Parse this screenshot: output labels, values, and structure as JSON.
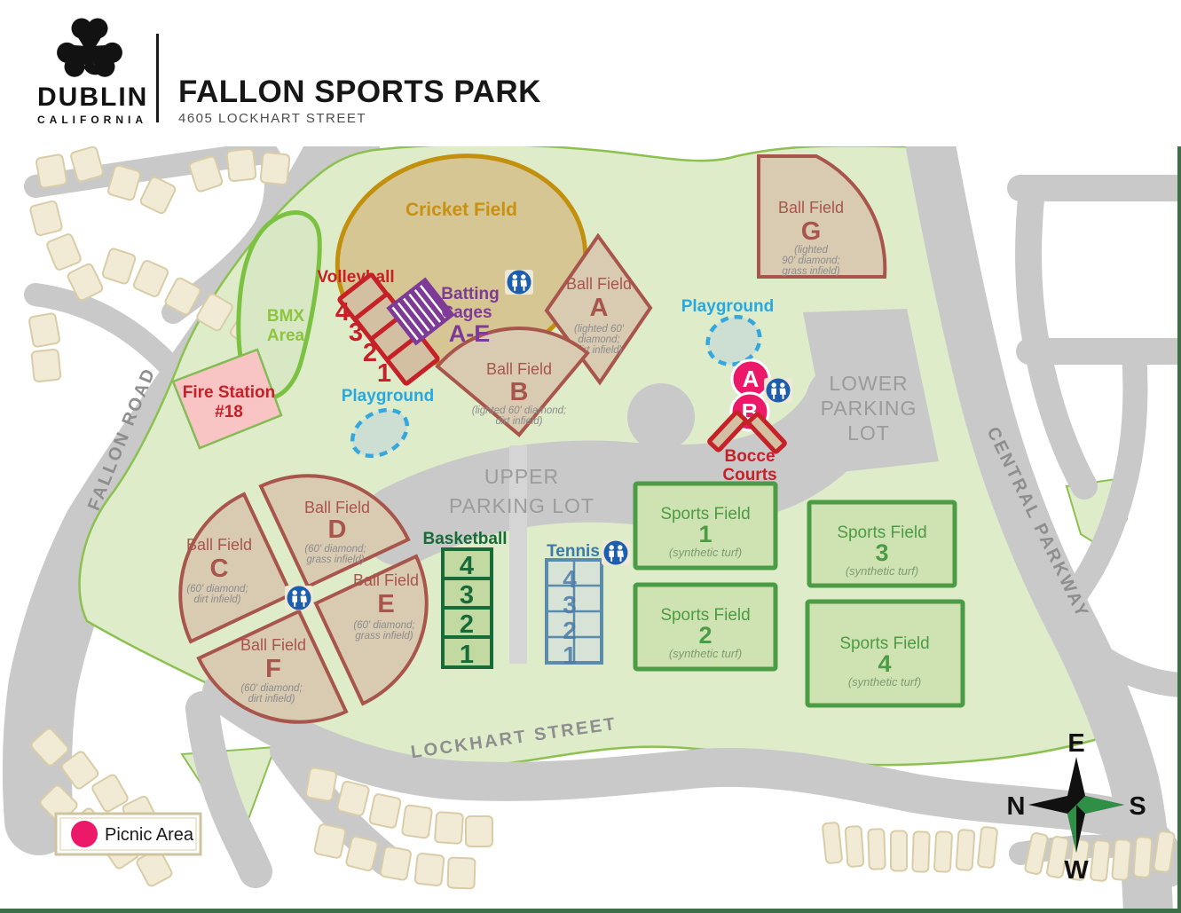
{
  "header": {
    "logo_city": "DUBLIN",
    "logo_state": "CALIFORNIA",
    "title": "FALLON SPORTS PARK",
    "subtitle": "4605 LOCKHART STREET"
  },
  "roads": {
    "fallon": "FALLON ROAD",
    "central": "CENTRAL PARKWAY",
    "lockhart": "LOCKHART STREET"
  },
  "parking": {
    "upper1": "UPPER",
    "upper2": "PARKING LOT",
    "lower1": "LOWER",
    "lower2": "PARKING",
    "lower3": "LOT"
  },
  "areas": {
    "cricket": {
      "label": "Cricket Field"
    },
    "bmx": {
      "l1": "BMX",
      "l2": "Area"
    },
    "fire": {
      "l1": "Fire Station",
      "l2": "#18"
    },
    "pg1": {
      "label": "Playground"
    },
    "pg2": {
      "label": "Playground"
    },
    "volleyball": {
      "label": "Volleyball",
      "n1": "4",
      "n2": "3",
      "n3": "2",
      "n4": "1"
    },
    "batting": {
      "l1": "Batting",
      "l2": "Cages",
      "l3": "A-E"
    },
    "basketball": {
      "label": "Basketball",
      "n1": "4",
      "n2": "3",
      "n3": "2",
      "n4": "1"
    },
    "tennis": {
      "label": "Tennis",
      "n1": "4",
      "n2": "3",
      "n3": "2",
      "n4": "1"
    },
    "bocce": {
      "l1": "Bocce",
      "l2": "Courts"
    },
    "picnic_a": "A",
    "picnic_b": "B"
  },
  "ball_fields": {
    "a": {
      "label": "Ball Field",
      "letter": "A",
      "d1": "(lighted 60'",
      "d2": "diamond;",
      "d3": "dirt infield)"
    },
    "b": {
      "label": "Ball Field",
      "letter": "B",
      "d1": "(lighted 60' diamond;",
      "d2": "dirt infield)"
    },
    "c": {
      "label": "Ball Field",
      "letter": "C",
      "d1": "(60' diamond;",
      "d2": "dirt infield)"
    },
    "d": {
      "label": "Ball Field",
      "letter": "D",
      "d1": "(60' diamond;",
      "d2": "grass infield)"
    },
    "e": {
      "label": "Ball Field",
      "letter": "E",
      "d1": "(60' diamond;",
      "d2": "grass infield)"
    },
    "f": {
      "label": "Ball Field",
      "letter": "F",
      "d1": "(60' diamond;",
      "d2": "dirt infield)"
    },
    "g": {
      "label": "Ball Field",
      "letter": "G",
      "d1": "(lighted",
      "d2": "90' diamond;",
      "d3": "grass infield)"
    }
  },
  "sports_fields": {
    "f1": {
      "label": "Sports Field",
      "num": "1",
      "surface": "(synthetic turf)"
    },
    "f2": {
      "label": "Sports Field",
      "num": "2",
      "surface": "(synthetic turf)"
    },
    "f3": {
      "label": "Sports Field",
      "num": "3",
      "surface": "(synthetic turf)"
    },
    "f4": {
      "label": "Sports Field",
      "num": "4",
      "surface": "(synthetic turf)"
    }
  },
  "compass": {
    "top": "E",
    "left": "N",
    "right": "S",
    "bottom": "W"
  },
  "legend": {
    "picnic": "Picnic Area"
  },
  "icons": {
    "restroom": "restroom-icon"
  },
  "colors": {
    "park_green": "#dfecca",
    "park_edge": "#8cc152",
    "road_gray": "#c9c9c9",
    "field_tan": "#d9cab2",
    "ball_red": "#a8554c",
    "bright_red": "#c52127",
    "turf_green_fill": "#cfe2b2",
    "turf_green": "#4c9b45",
    "basketball_green": "#166b39",
    "tennis_blue": "#4c7ca8",
    "picnic_pink": "#ec1968",
    "playground_blue": "#36a7dd",
    "batting_purple": "#7d3a96",
    "cricket_gold": "#c89110",
    "fire_pink": "#f8c4c4",
    "house_tan": "#f1ead5",
    "restroom_blue": "#1d5dae"
  }
}
